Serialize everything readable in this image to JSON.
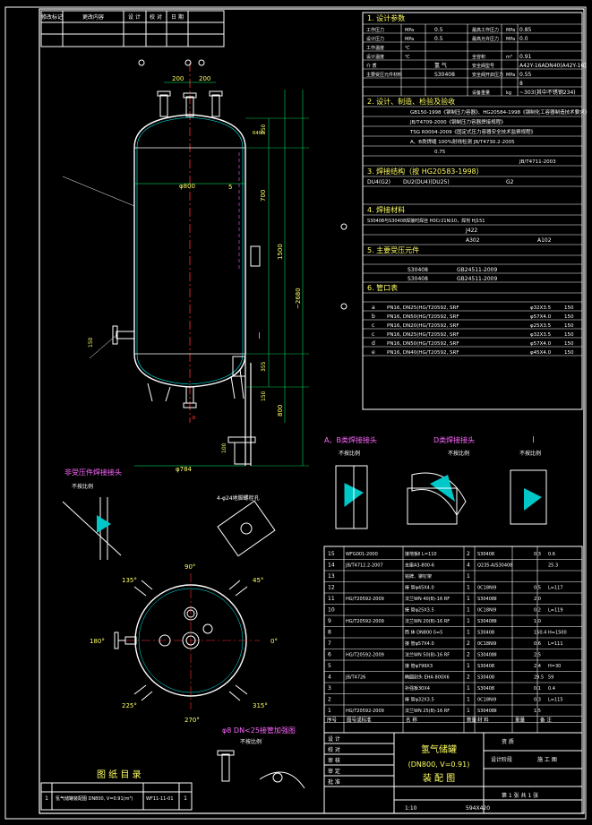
{
  "colors": {
    "bg": "#000000",
    "line": "#ffffff",
    "yellow": "#ffff66",
    "cyan": "#00ffff",
    "red": "#ff3030",
    "green": "#00ff66",
    "magenta": "#ff66ff",
    "hatch": "#00c8c8"
  },
  "revision_header": [
    "修改标记",
    "更改内容",
    "设 计",
    "校 对",
    "日 期"
  ],
  "design_params": {
    "title": "1. 设计参数",
    "rows": [
      [
        "工作压力",
        "MPa",
        "0.5",
        "最高工作压力",
        "MPa",
        "0.85"
      ],
      [
        "设计压力",
        "MPa",
        "0.5",
        "最高允许压力",
        "MPa",
        "0.0"
      ],
      [
        "工作温度",
        "℃",
        "",
        "",
        ""
      ],
      [
        "设计温度",
        "℃",
        "",
        "全容积",
        "m³",
        "0.91"
      ],
      [
        "介 质",
        "",
        "氢 气",
        "安全阀型号",
        "",
        "A42Y-16ADN40(A42Y-16)"
      ],
      [
        "主要受压元件材料",
        "",
        "S30408",
        "安全阀开启压力",
        "MPa",
        "0.55"
      ],
      [
        "",
        "",
        "",
        "",
        "",
        "8"
      ],
      [
        "",
        "",
        "",
        "设备重量",
        "kg",
        "~303(其中不锈钢234)"
      ]
    ]
  },
  "standards": {
    "title": "2. 设计、制造、检验及验收",
    "lines": [
      "GB150-1998《钢制压力容器》、HG20584-1998《钢制化工容器制造技术要求》",
      "JB/T4709-2000《钢制压力容器焊接规程》",
      "TSG R0004-2009《固定式压力容器安全技术监察规程》",
      "A、B类焊缝 100%射线检测 JB/T4730.2-2005",
      "0.75",
      "JB/T4711-2003"
    ]
  },
  "weld_joints": {
    "title": "3. 焊接结构（按 HG20583-1998）",
    "codes": [
      "DU4(G2)",
      "DU2(DU4)(DU25)",
      "G2"
    ]
  },
  "weld_materials": {
    "title": "4. 焊接材料",
    "note": "S30408与S30408焊接时焊丝 H0Cr21Ni10，焊剂 HJ151",
    "values": [
      "J422",
      "A302",
      "A102"
    ]
  },
  "main_parts": {
    "title": "5. 主要受压元件",
    "rows": [
      [
        "S30408",
        "GB24511-2009"
      ],
      [
        "S30408",
        "GB24511-2009"
      ]
    ]
  },
  "nozzle_table": {
    "title": "6. 管口表",
    "rows": [
      [
        "a",
        "PN16, DN25(HG/T20592, SRF",
        "φ32X3.5",
        "150"
      ],
      [
        "b",
        "PN16, DN50(HG/T20592, SRF",
        "φ57X4.0",
        "150"
      ],
      [
        "c",
        "PN16, DN20(HG/T20592, SRF",
        "φ25X3.5",
        "150"
      ],
      [
        "c",
        "PN16, DN25(HG/T20592, SRF",
        "φ32X3.5",
        "150"
      ],
      [
        "d",
        "PN16, DN50(HG/T20592, SRF",
        "φ57X4.0",
        "150"
      ],
      [
        "e",
        "PN16, DN40(HG/T20592, SRF",
        "φ45X4.0",
        "150"
      ]
    ]
  },
  "dimensions": {
    "d800": "φ800",
    "d784": "φ784",
    "h2680": "~2680",
    "h1500": "1500",
    "h700": "700",
    "h800": "800",
    "h150": "150",
    "h250": "250",
    "h200a": "200",
    "h200b": "200",
    "h100": "100",
    "h355": "355",
    "h25": "25",
    "h5": "5",
    "r": "R400",
    "a_tag": "a",
    "i_tag": "I"
  },
  "detail_titles": {
    "ab": "A、B类焊接接头",
    "d": "D类焊接接头",
    "i": "I",
    "ns": "不按比例",
    "ext": "非受压件焊接接头",
    "hole": "4-φ24地脚螺栓孔",
    "dn": "φ8 DN<25接管加强图"
  },
  "plan_angles": [
    "90°",
    "45°",
    "0°",
    "315°",
    "270°",
    "225°",
    "180°",
    "135°"
  ],
  "parts_list": {
    "header": [
      "序号",
      "图号或标准",
      "名 称",
      "数量",
      "材 料",
      "重量",
      "备 注"
    ],
    "rows": [
      [
        "15",
        "WFG001-2000",
        "接地板Ⅱ L=110",
        "2",
        "S30408",
        "0.3",
        "0.6"
      ],
      [
        "14",
        "JB/T4712.2-2007",
        "支座A3-800-6",
        "4",
        "Q235-A/S30408",
        "",
        "25.3"
      ],
      [
        "13",
        "",
        "铭牌、铆钉架",
        "1",
        "",
        "",
        ""
      ],
      [
        "12",
        "",
        "接 管φ45X4.0",
        "1",
        "0C18Ni9",
        "0.5",
        "L=117"
      ],
      [
        "11",
        "HG/T20592-2009",
        "法兰WN 40(B)-16 RF",
        "1",
        "S30408Ⅱ",
        "2.0",
        ""
      ],
      [
        "10",
        "",
        "接 管φ25X3.5",
        "1",
        "0C18Ni9",
        "0.2",
        "L=119"
      ],
      [
        "9",
        "HG/T20592-2009",
        "法兰WN 20(B)-16 RF",
        "1",
        "S30408Ⅱ",
        "1.0",
        ""
      ],
      [
        "8",
        "",
        "筒 体 DN800 δ=5",
        "1",
        "S30408",
        "150.4",
        "H=1500"
      ],
      [
        "7",
        "",
        "接 管φ57X4.0",
        "2",
        "0C18Ni9",
        "0.6",
        "L=111"
      ],
      [
        "6",
        "HG/T20592-2009",
        "法兰WN 50(B)-16 RF",
        "2",
        "S30408Ⅱ",
        "2.5",
        ""
      ],
      [
        "5",
        "",
        "接 管φ799X3",
        "1",
        "S30408",
        "2.4",
        "H=30"
      ],
      [
        "4",
        "JB/T4726",
        "椭圆封头 EHA 800X6",
        "2",
        "S30408",
        "29.5",
        "59"
      ],
      [
        "3",
        "",
        "补强板30X4",
        "1",
        "S30408",
        "0.1",
        "0.4"
      ],
      [
        "2",
        "",
        "接 管φ32X3.5",
        "1",
        "0C18Ni9",
        "0.3",
        "L=115"
      ],
      [
        "1",
        "HG/T20592-2009",
        "法兰WN 25(B)-16 RF",
        "1",
        "S30408Ⅱ",
        "1.5",
        ""
      ]
    ]
  },
  "drawing_index": {
    "title": "图 纸 目 录",
    "row": [
      "1",
      "氢气储罐装配图 DN800, V=0.91(m³)",
      "WF11-11-01",
      "1"
    ]
  },
  "title_block": {
    "name_line1": "氢气储罐",
    "name_line2": "(DN800, V=0.91)",
    "name_line3": "装 配 图",
    "scale": "1:10",
    "sheet": "第 1 张 共 1 张",
    "size": "594X420",
    "roles": [
      "设 计",
      "校 对",
      "审 核",
      "审 定",
      "批 准"
    ],
    "roles_right": [
      "资 质",
      "设计阶段",
      "施 工 图"
    ]
  }
}
